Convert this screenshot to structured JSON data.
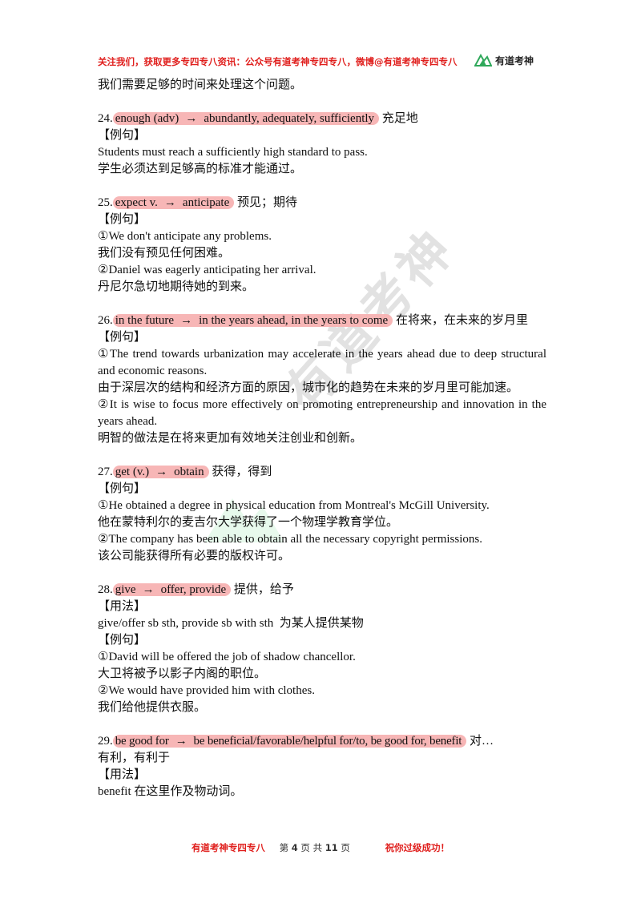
{
  "header": {
    "notice": "关注我们，获取更多专四专八资讯：公众号有道考神专四专八，微博@有道考神专四专八",
    "logo_text": "有道考神"
  },
  "intro_line": "我们需要足够的时间来处理这个问题。",
  "labels": {
    "example": "【例句】",
    "usage": "【用法】",
    "arrow": "→"
  },
  "entries": [
    {
      "num": "24.",
      "word": "enough (adv)",
      "synonyms": "abundantly, adequately, sufficiently",
      "meaning": "充足地",
      "examples": [
        {
          "en": "Students must reach a sufficiently high standard to pass.",
          "zh": "学生必须达到足够高的标准才能通过。"
        }
      ]
    },
    {
      "num": "25.",
      "word": "expect v.",
      "synonyms": "anticipate",
      "meaning": "预见；期待",
      "examples": [
        {
          "en": "①We don't anticipate any problems.",
          "zh": "我们没有预见任何困难。"
        },
        {
          "en": "②Daniel was eagerly anticipating her arrival.",
          "zh": "丹尼尔急切地期待她的到来。"
        }
      ]
    },
    {
      "num": "26.",
      "word": "in the future",
      "synonyms": "in the years ahead, in the years to come",
      "meaning": "在将来，在未来的岁月里",
      "examples": [
        {
          "en": "①The trend towards urbanization may accelerate in the years ahead due to deep structural and economic reasons.",
          "zh": "由于深层次的结构和经济方面的原因，城市化的趋势在未来的岁月里可能加速。"
        },
        {
          "en": "②It is wise to focus more effectively on promoting entrepreneurship and innovation in the years ahead.",
          "zh": "明智的做法是在将来更加有效地关注创业和创新。"
        }
      ]
    },
    {
      "num": "27.",
      "word": "get (v.)",
      "synonyms": "obtain",
      "meaning": "获得，得到",
      "examples": [
        {
          "en": "①He obtained a degree in physical education from Montreal's McGill University.",
          "zh": "他在蒙特利尔的麦吉尔大学获得了一个物理学教育学位。"
        },
        {
          "en": "②The company has been able to obtain all the necessary copyright permissions.",
          "zh": "该公司能获得所有必要的版权许可。"
        }
      ]
    },
    {
      "num": "28.",
      "word": "give",
      "synonyms": "offer, provide",
      "meaning": "提供，给予",
      "usage": "give/offer sb sth, provide sb with sth  为某人提供某物",
      "examples": [
        {
          "en": "①David will be offered the job of shadow chancellor.",
          "zh": "大卫将被予以影子内阁的职位。"
        },
        {
          "en": "②We would have provided him with clothes.",
          "zh": "我们给他提供衣服。"
        }
      ]
    },
    {
      "num": "29.",
      "word": "be good for",
      "synonyms": "be beneficial/favorable/helpful for/to, be good for, benefit",
      "meaning": "对…",
      "meaning_cont": "有利，有利于",
      "usage": "benefit 在这里作及物动词。"
    }
  ],
  "footer": {
    "left": "有道考神专四专八",
    "page_prefix": "第",
    "page": "4",
    "page_mid": "页 共",
    "total": "11",
    "page_suffix": "页",
    "right": "祝你过级成功！"
  },
  "watermark": "有道考神",
  "colors": {
    "header_red": "#e0201e",
    "highlight": "#f7b6b6",
    "logo_green": "#2fa85a"
  }
}
